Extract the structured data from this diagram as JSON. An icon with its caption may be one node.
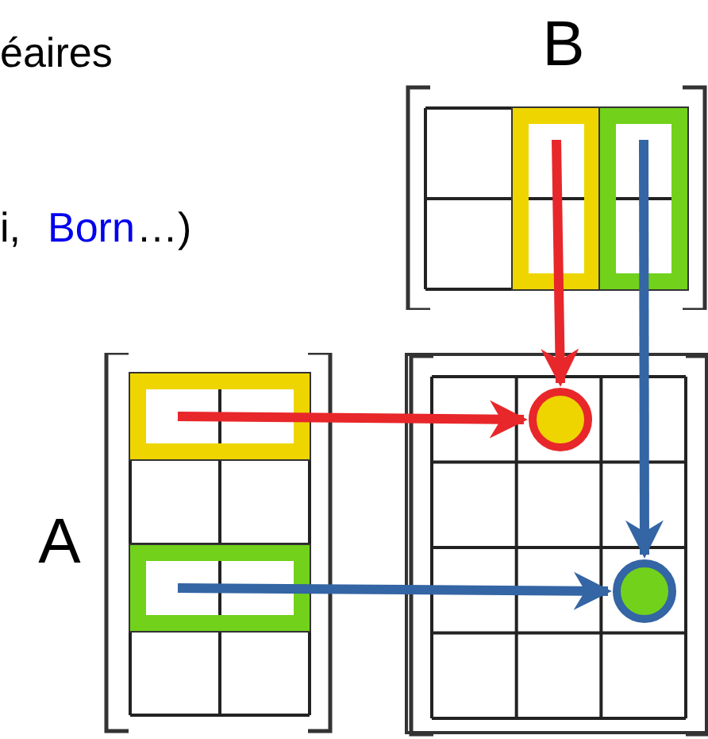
{
  "diagram": {
    "nodes": [
      {
        "text": [
          "B"
        ]
      },
      {
        "text": [],
        "shape": "box",
        "in": 0
      },
      {
        "text": [],
        "shape": "box",
        "in": 0
      },
      {
        "text": [
          "A"
        ]
      },
      {
        "text": [],
        "shape": "box",
        "in": 3
      },
      {
        "text": [],
        "shape": "box",
        "in": 3
      },
      {
        "text": [],
        "shape": "box"
      },
      {
        "text": [],
        "shape": "circle",
        "in": 6
      },
      {
        "text": [],
        "shape": "circle",
        "in": 6
      }
    ],
    "edges": [
      {
        "from": 4,
        "to": 7,
        "arrow": "to",
        "color": "#e8272a"
      },
      {
        "from": 1,
        "to": 7,
        "arrow": "to",
        "color": "#e8272a"
      },
      {
        "from": 2,
        "to": 8,
        "arrow": "to",
        "color": "#3465a4"
      },
      {
        "from": 5,
        "to": 8,
        "arrow": "to",
        "color": "#3465a4"
      }
    ],
    "labels": [
      "éaires",
      "i,",
      "Born",
      "…)"
    ]
  }
}
